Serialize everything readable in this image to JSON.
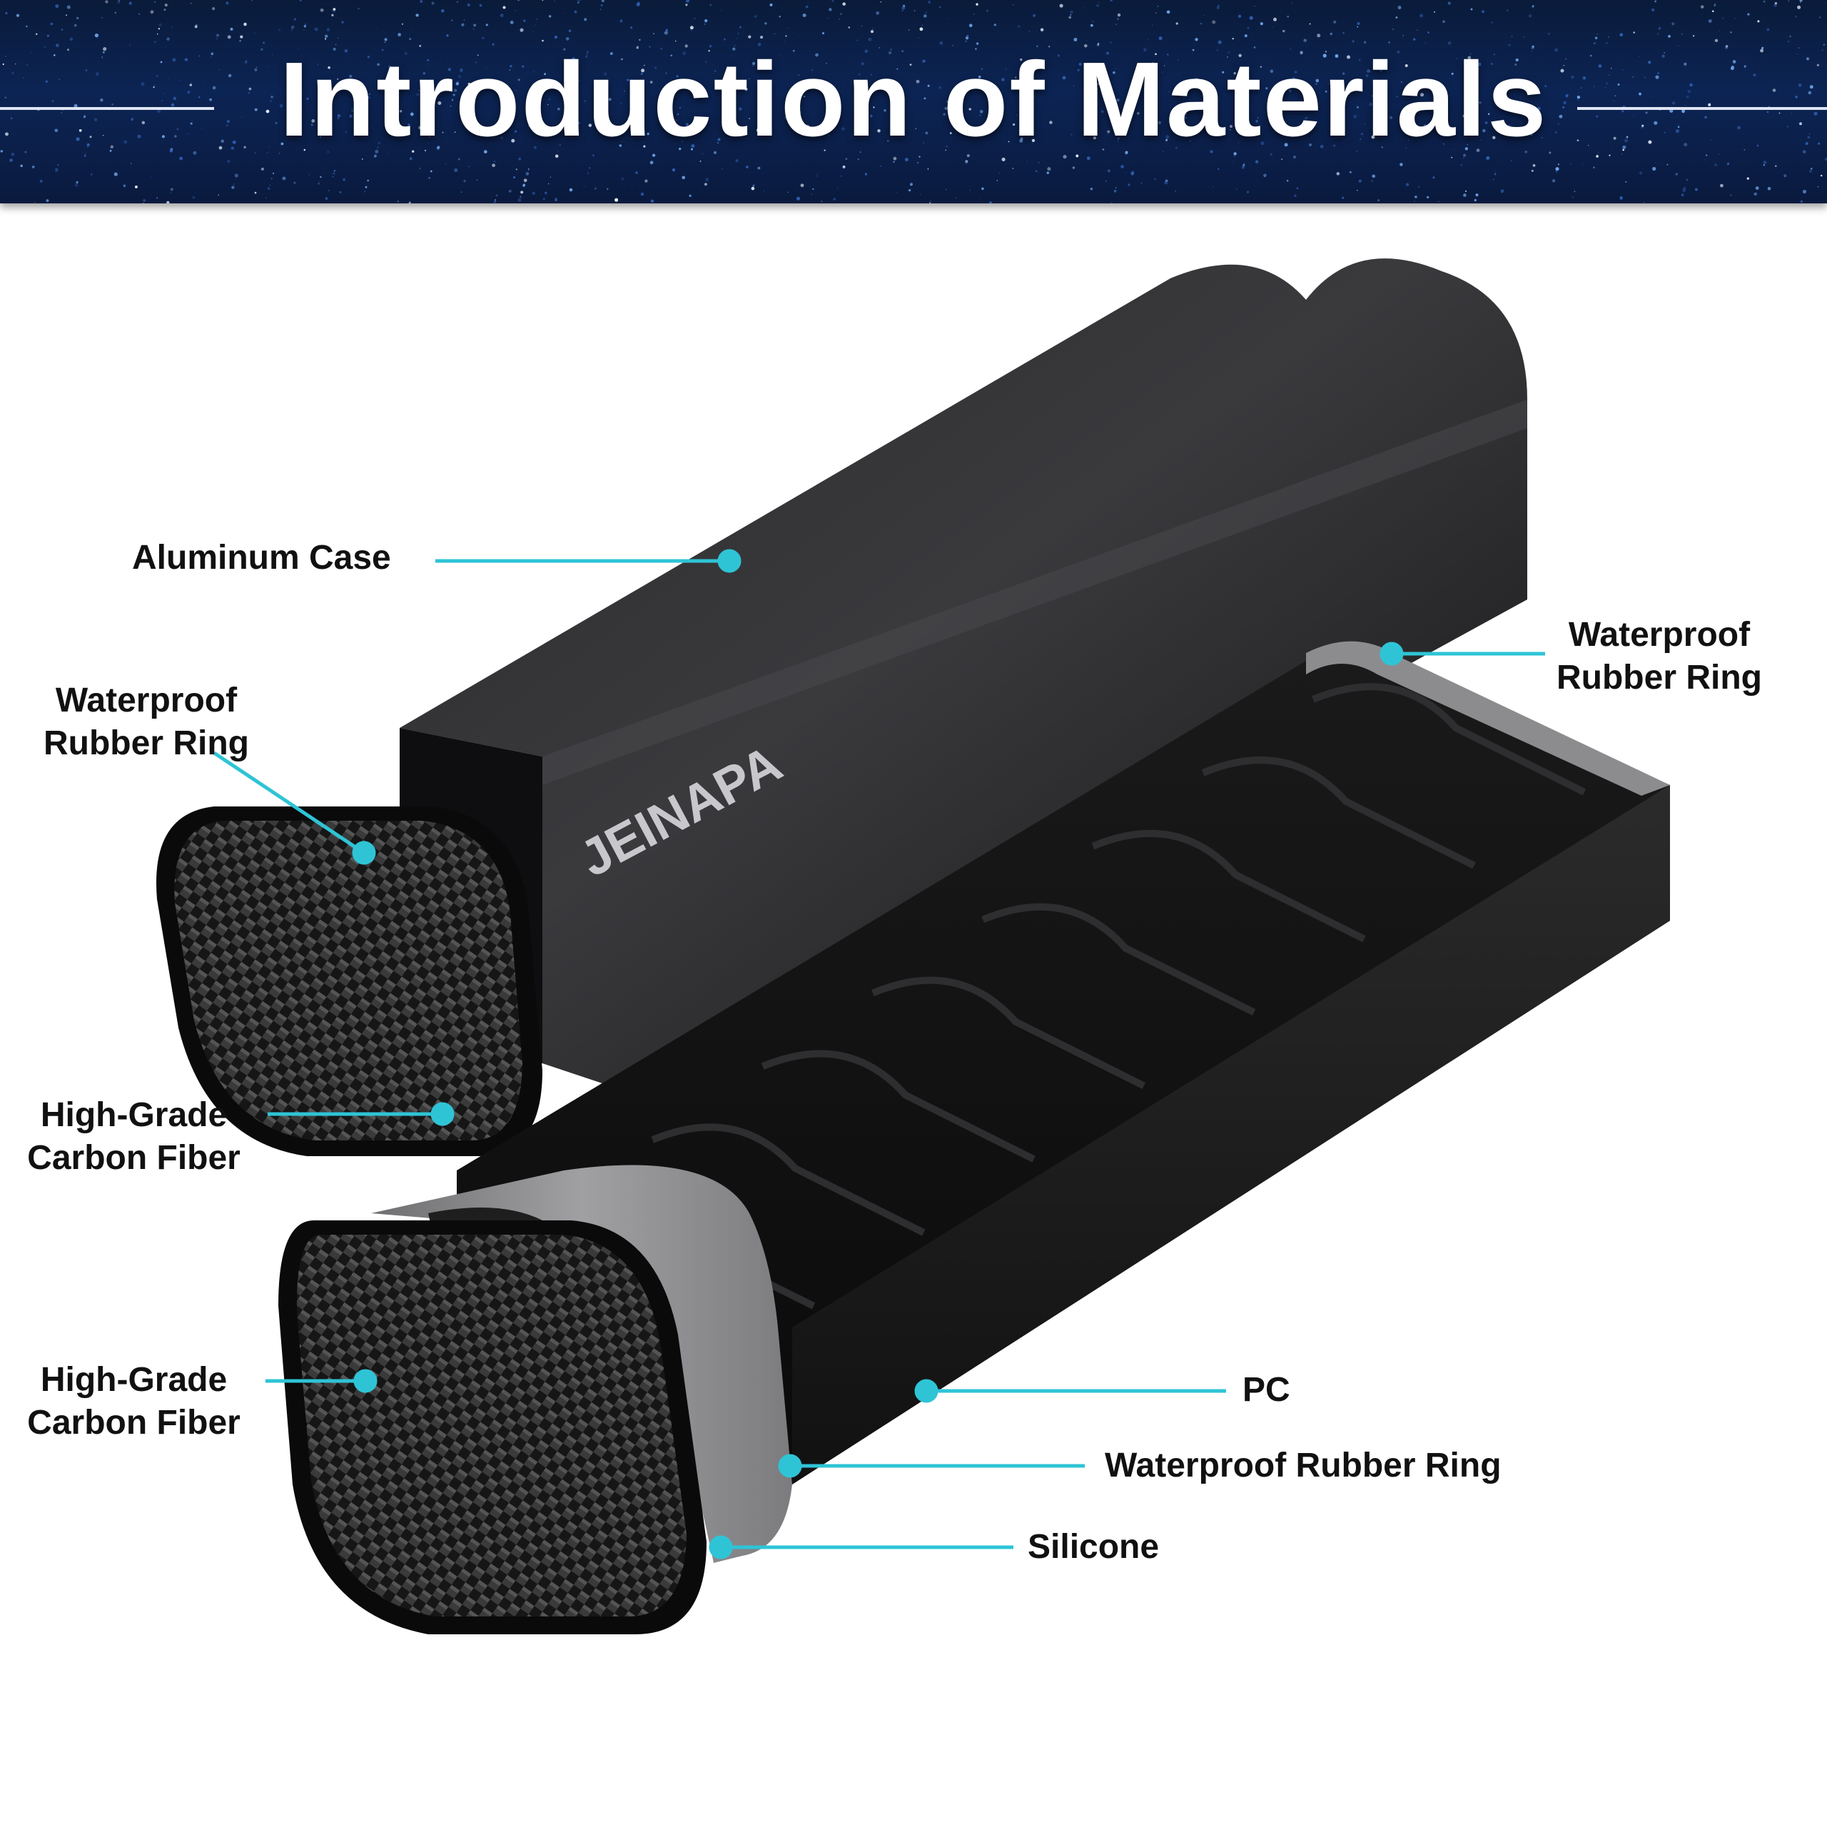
{
  "header": {
    "title": "Introduction of Materials"
  },
  "product": {
    "brand": "JEINAPA",
    "compartments": 7
  },
  "callouts": {
    "aluminum_case": "Aluminum Case",
    "rubber_ring_left": {
      "line1": "Waterproof",
      "line2": "Rubber Ring"
    },
    "rubber_ring_right": {
      "line1": "Waterproof",
      "line2": "Rubber Ring"
    },
    "carbon_fiber_upper": {
      "line1": "High-Grade",
      "line2": "Carbon Fiber"
    },
    "carbon_fiber_lower": {
      "line1": "High-Grade",
      "line2": "Carbon Fiber"
    },
    "pc": "PC",
    "rubber_ring_bottom": "Waterproof Rubber Ring",
    "silicone": "Silicone"
  },
  "colors": {
    "accent": "#2ec4d6",
    "header_bg": "#0c2454",
    "case": "#1c1c1e",
    "silicone": "#8a8a8d"
  }
}
